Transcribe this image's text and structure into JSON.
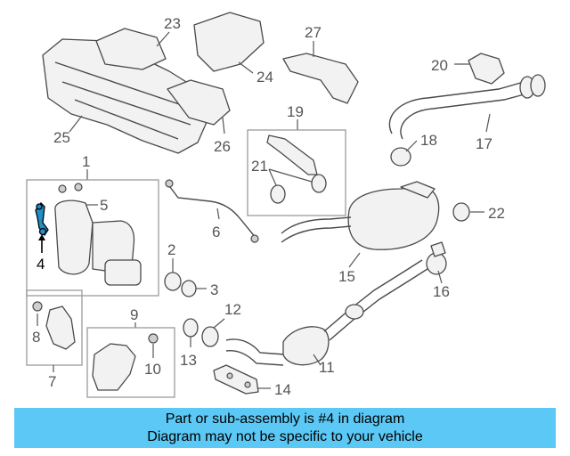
{
  "callouts": [
    {
      "id": "1",
      "label": "1"
    },
    {
      "id": "2",
      "label": "2"
    },
    {
      "id": "3",
      "label": "3"
    },
    {
      "id": "4",
      "label": "4"
    },
    {
      "id": "5",
      "label": "5"
    },
    {
      "id": "6",
      "label": "6"
    },
    {
      "id": "7",
      "label": "7"
    },
    {
      "id": "8",
      "label": "8"
    },
    {
      "id": "9",
      "label": "9"
    },
    {
      "id": "10",
      "label": "10"
    },
    {
      "id": "11",
      "label": "11"
    },
    {
      "id": "12",
      "label": "12"
    },
    {
      "id": "13",
      "label": "13"
    },
    {
      "id": "14",
      "label": "14"
    },
    {
      "id": "15",
      "label": "15"
    },
    {
      "id": "16",
      "label": "16"
    },
    {
      "id": "17",
      "label": "17"
    },
    {
      "id": "18",
      "label": "18"
    },
    {
      "id": "19",
      "label": "19"
    },
    {
      "id": "20",
      "label": "20"
    },
    {
      "id": "21",
      "label": "21"
    },
    {
      "id": "22",
      "label": "22"
    },
    {
      "id": "23",
      "label": "23"
    },
    {
      "id": "24",
      "label": "24"
    },
    {
      "id": "25",
      "label": "25"
    },
    {
      "id": "26",
      "label": "26"
    },
    {
      "id": "27",
      "label": "27"
    }
  ],
  "highlighted_part": "4",
  "banner": {
    "line1": "Part or sub-assembly is #4 in diagram",
    "line2": "Diagram may not be specific to your vehicle",
    "color": "#5bc8f5"
  }
}
